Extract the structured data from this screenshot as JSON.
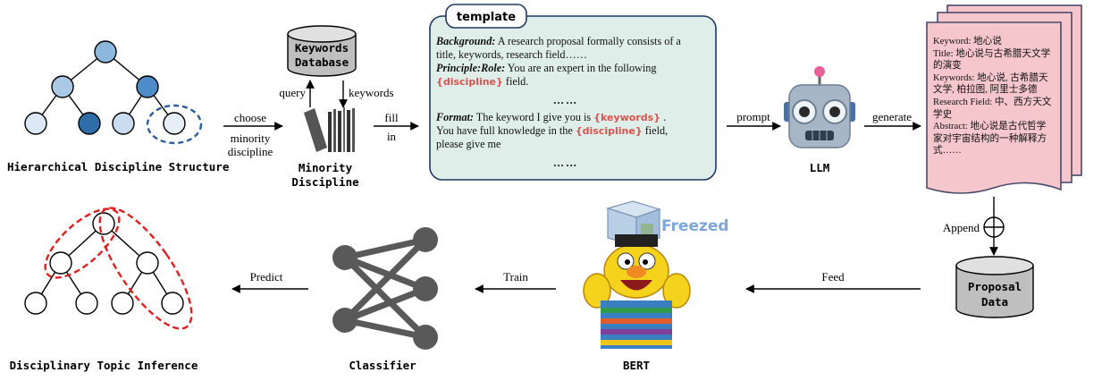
{
  "titles": {
    "hierarchy": "Hierarchical Discipline Structure",
    "minority_line1": "Minority",
    "minority_line2": "Discipline",
    "llm": "LLM",
    "inference": "Disciplinary Topic Inference",
    "classifier": "Classifier",
    "bert": "BERT"
  },
  "database": {
    "line1": "Keywords",
    "line2": "Database"
  },
  "proposal_db": {
    "line1": "Proposal",
    "line2": "Data"
  },
  "freezed": "Freezed",
  "arrows": {
    "query": "query",
    "keywords": "keywords",
    "choose_1": "choose",
    "choose_2": "minority",
    "choose_3": "discipline",
    "fill_1": "fill",
    "fill_2": "in",
    "prompt": "prompt",
    "generate": "generate",
    "append": "Append",
    "feed": "Feed",
    "train": "Train",
    "predict": "Predict"
  },
  "template": {
    "tab": "template",
    "bg_label": "Background:",
    "bg_text": " A research proposal formally consists of a title, keywords, research field……",
    "role_label": "Principle:Role:",
    "role_text": " You are an expert in the following",
    "discipline_tag": "{discipline}",
    "field_text": " field.",
    "dots1": "……",
    "format_label": "Format:",
    "format_text": " The keyword I give you is ",
    "keywords_tag": "{keywords}",
    "period": " .",
    "know_text": "You have full knowledge in the ",
    "field_text2": " field,",
    "please_text": "please give me",
    "dots2": "……"
  },
  "document": {
    "keyword": "Keyword: 地心说",
    "title": "Title: 地心说与古希腊天文学的演变",
    "keywords": "Keywords: 地心说, 古希腊天文学, 柏拉图, 阿里士多德",
    "field": "Research Field: 中、西方天文学史",
    "abstract": "Abstract: 地心说是古代哲学家对宇宙结构的一种解释方式……"
  },
  "colors": {
    "node_light": "#c9dcf0",
    "node_mid": "#8cb8de",
    "node_dark": "#2e75b6",
    "template_bg": "#dfeee8",
    "template_border": "#1f3864",
    "doc_bg": "#f5c6cb",
    "doc_border": "#4a4a6a",
    "highlight": "#d9534f",
    "db_fill": "#bfbfbf",
    "freezed": "#7da7d9"
  }
}
